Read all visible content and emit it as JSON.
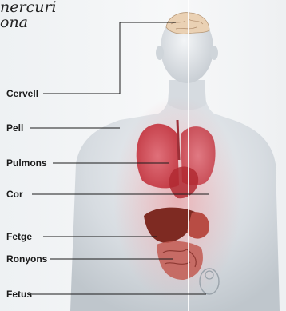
{
  "title": {
    "line1": "nercuri",
    "line2": "ona"
  },
  "labels": {
    "brain": "Cervell",
    "skin": "Pell",
    "lungs": "Pulmons",
    "heart": "Cor",
    "liver": "Fetge",
    "kidneys": "Ronyons",
    "fetus": "Fetus"
  },
  "colors": {
    "skin": "#d9dde2",
    "lungs": "#c9323c",
    "liver": "#8a2a22",
    "intestine": "#b04a4a",
    "brain": "#e8c8a8",
    "leader": "#1b1b1b"
  }
}
